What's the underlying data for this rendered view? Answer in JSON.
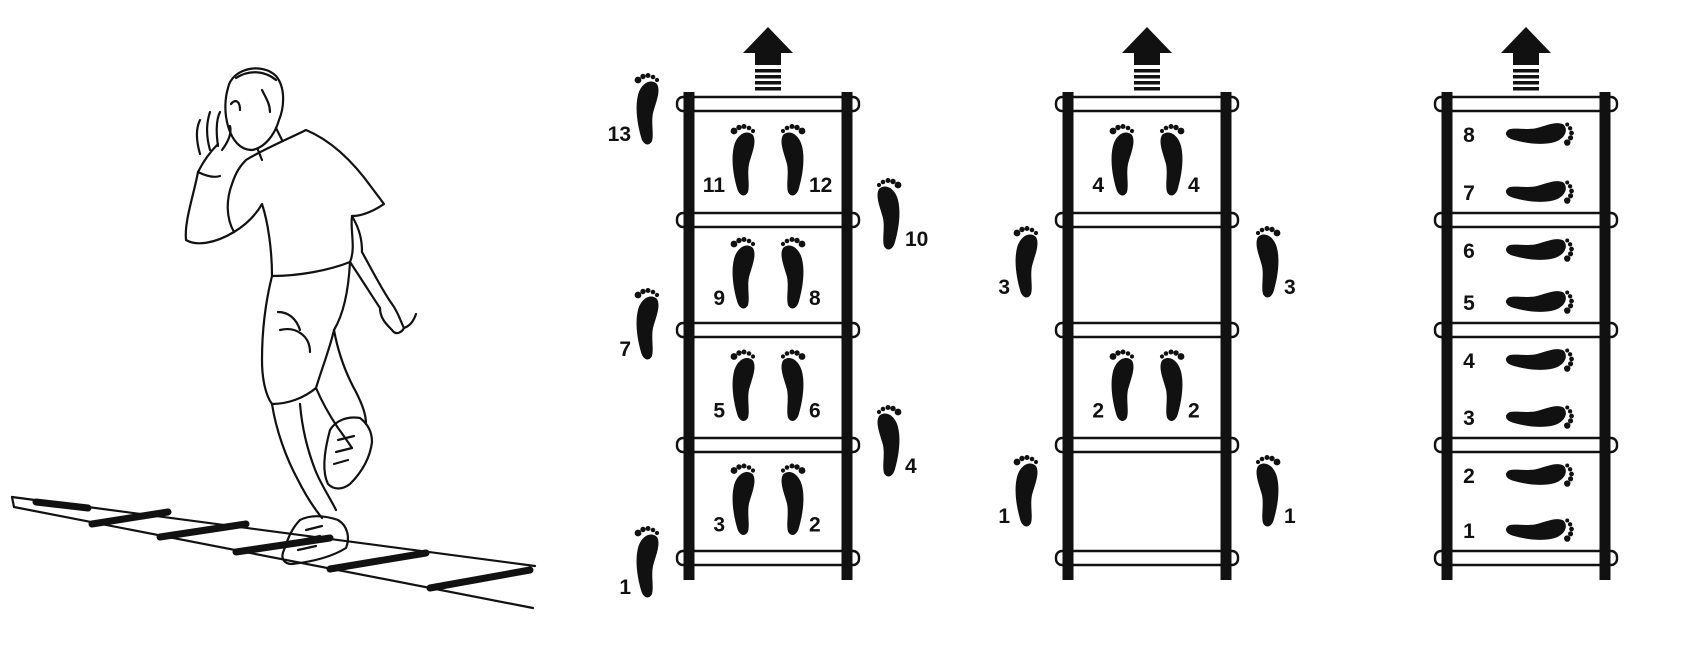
{
  "colors": {
    "ink": "#111111",
    "background": "#ffffff",
    "rung_fill": "#ffffff"
  },
  "illustration": {
    "icon": "athlete-running-agility-ladder-figure"
  },
  "drills": [
    {
      "direction_icon": "arrow-up-icon",
      "steps": [
        {
          "label": "13",
          "kind": "outside-left",
          "row": 0
        },
        {
          "label": "11",
          "kind": "inside-left",
          "row": 0
        },
        {
          "label": "12",
          "kind": "inside-right",
          "row": 0
        },
        {
          "label": "10",
          "kind": "outside-right",
          "row": 1
        },
        {
          "label": "9",
          "kind": "inside-left",
          "row": 1
        },
        {
          "label": "8",
          "kind": "inside-right",
          "row": 1
        },
        {
          "label": "7",
          "kind": "outside-left",
          "row": 2
        },
        {
          "label": "5",
          "kind": "inside-left",
          "row": 2
        },
        {
          "label": "6",
          "kind": "inside-right",
          "row": 2
        },
        {
          "label": "4",
          "kind": "outside-right",
          "row": 3
        },
        {
          "label": "3",
          "kind": "inside-left",
          "row": 3
        },
        {
          "label": "2",
          "kind": "inside-right",
          "row": 3
        },
        {
          "label": "1",
          "kind": "outside-left",
          "row": 4
        }
      ]
    },
    {
      "direction_icon": "arrow-up-icon",
      "steps": [
        {
          "label": "4",
          "kind": "inside-left",
          "row": 0
        },
        {
          "label": "4",
          "kind": "inside-right",
          "row": 0
        },
        {
          "label": "3",
          "kind": "outside-left",
          "row": 1
        },
        {
          "label": "3",
          "kind": "outside-right",
          "row": 1
        },
        {
          "label": "2",
          "kind": "inside-left",
          "row": 2
        },
        {
          "label": "2",
          "kind": "inside-right",
          "row": 2
        },
        {
          "label": "1",
          "kind": "outside-left",
          "row": 3
        },
        {
          "label": "1",
          "kind": "outside-right",
          "row": 3
        }
      ]
    },
    {
      "direction_icon": "arrow-up-icon",
      "steps": [
        {
          "label": "8",
          "kind": "side-top",
          "row": 0
        },
        {
          "label": "7",
          "kind": "side-bottom",
          "row": 0
        },
        {
          "label": "6",
          "kind": "side-top",
          "row": 1
        },
        {
          "label": "5",
          "kind": "side-bottom",
          "row": 1
        },
        {
          "label": "4",
          "kind": "side-top",
          "row": 2
        },
        {
          "label": "3",
          "kind": "side-bottom",
          "row": 2
        },
        {
          "label": "2",
          "kind": "side-top",
          "row": 3
        },
        {
          "label": "1",
          "kind": "side-bottom",
          "row": 3
        }
      ]
    }
  ]
}
